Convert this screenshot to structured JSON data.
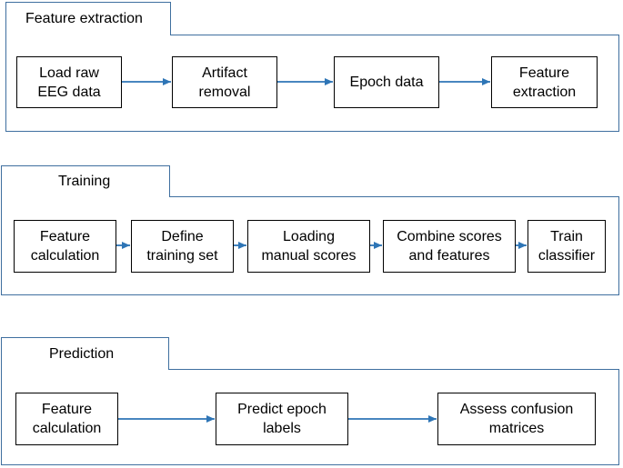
{
  "colors": {
    "panel_border": "#3f6f9f",
    "arrow": "#2e75b6",
    "node_border": "#000000"
  },
  "sections": [
    {
      "title": "Feature extraction",
      "steps": [
        "Load raw\nEEG data",
        "Artifact\nremoval",
        "Epoch data",
        "Feature\nextraction"
      ]
    },
    {
      "title": "Training",
      "steps": [
        "Feature\ncalculation",
        "Define\ntraining set",
        "Loading\nmanual scores",
        "Combine scores\nand features",
        "Train\nclassifier"
      ]
    },
    {
      "title": "Prediction",
      "steps": [
        "Feature\ncalculation",
        "Predict epoch\nlabels",
        "Assess confusion\nmatrices"
      ]
    }
  ]
}
